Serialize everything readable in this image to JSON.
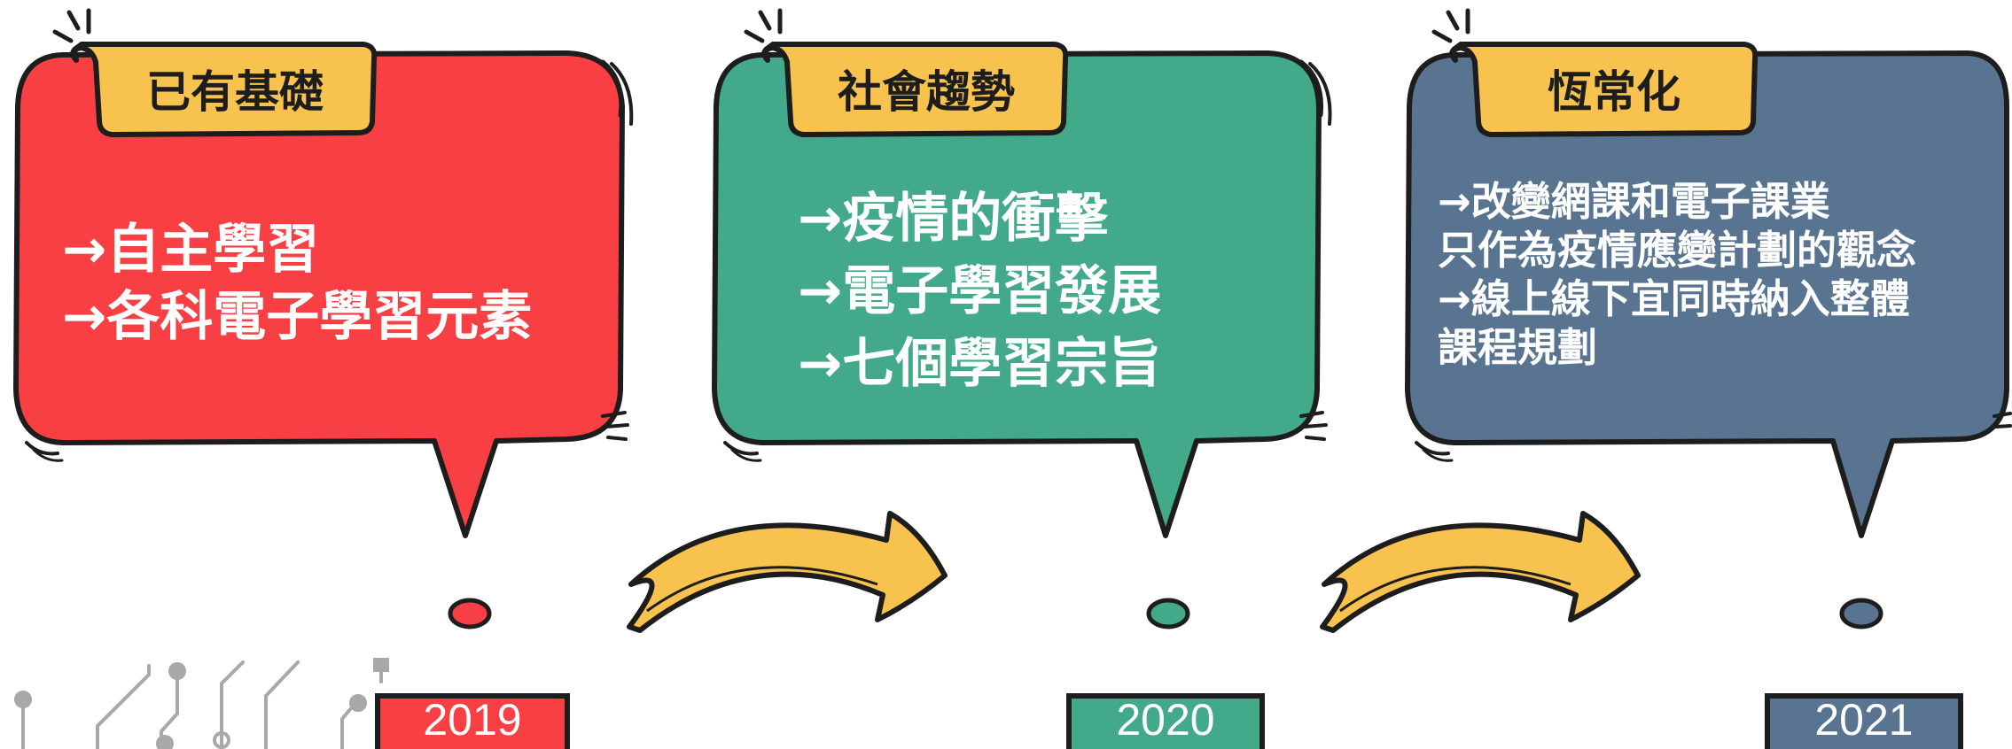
{
  "panels": [
    {
      "tag": "已有基礎",
      "lines": [
        "→自主學習",
        "→各科電子學習元素"
      ],
      "color": "#f84044",
      "year": "2019"
    },
    {
      "tag": "社會趨勢",
      "lines": [
        "→疫情的衝擊",
        "→電子學習發展",
        "→七個學習宗旨"
      ],
      "color": "#42a98a",
      "year": "2020"
    },
    {
      "tag": "恆常化",
      "lines": [
        "→改變網課和電子課業",
        "只作為疫情應變計劃的觀念",
        "→線上線下宜同時納入整體",
        "課程規劃"
      ],
      "color": "#587491",
      "year": "2021"
    }
  ],
  "colors": {
    "tag_fill": "#f8c24e",
    "arrow_fill": "#f8c24e",
    "outline": "#1d1d1d",
    "circuit": "#a8a8a8"
  }
}
